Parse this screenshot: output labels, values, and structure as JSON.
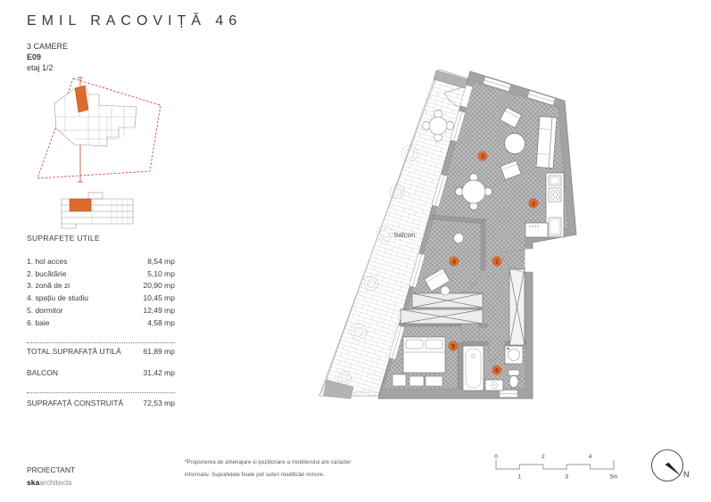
{
  "header": {
    "title": "EMIL RACOVIȚĂ 46",
    "rooms_type": "3 CAMERE",
    "unit_code": "E09",
    "floor": "etaj 1/2"
  },
  "areas": {
    "heading": "SUPRAFEȚE UTILE",
    "rows": [
      {
        "label": "1. hol acces",
        "value": "8,54 mp"
      },
      {
        "label": "2. bucătărie",
        "value": "5,10 mp"
      },
      {
        "label": "3. zonă de zi",
        "value": "20,90 mp"
      },
      {
        "label": "4. spațiu de studiu",
        "value": "10,45 mp"
      },
      {
        "label": "5. dormitor",
        "value": "12,49 mp"
      },
      {
        "label": "6. baie",
        "value": "4,58 mp"
      }
    ],
    "total_label": "TOTAL SUPRAFAȚĂ UTILĂ",
    "total_value": "61,89 mp",
    "balcony_label": "BALCON",
    "balcony_value": "31,42 mp",
    "built_label": "SUPRAFAȚĂ CONSTRUITĂ",
    "built_value": "72,53 mp"
  },
  "plan": {
    "balcony_label": "balcon",
    "rooms": {
      "r1": "1",
      "r2": "2",
      "r3": "3",
      "r4": "4",
      "r5": "5",
      "r6": "6"
    }
  },
  "footer": {
    "proiectant_label": "PROIECTANT",
    "studio_bold": "ska",
    "studio_rest": "architects",
    "disclaimer_line1": "*Propunerea de amenajare și poziționare a mobilierului are caracter",
    "disclaimer_line2": "informativ. Suprafețele finale pot suferi modificări minore.",
    "north_label": "N",
    "scale": {
      "t0": "0",
      "t1": "1",
      "t2": "2",
      "t3": "3",
      "t4": "4",
      "t5": "5m"
    }
  },
  "colors": {
    "accent": "#dd6b2f",
    "boundary_red": "#bf3b2b",
    "wall": "#a3a3a3",
    "digit": "#7a2a10"
  }
}
